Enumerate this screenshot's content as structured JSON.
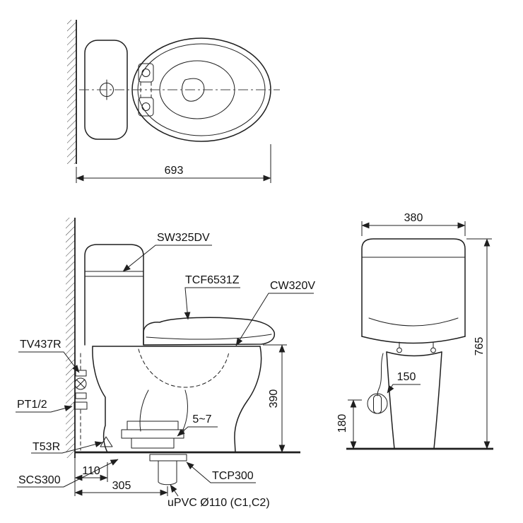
{
  "drawing": {
    "plan": {
      "dim_width": "693"
    },
    "side": {
      "label_tank": "SW325DV",
      "label_seat": "TCF6531Z",
      "label_bowl": "CW320V",
      "label_stop_valve": "TV437R",
      "label_supply": "PT1/2",
      "label_bolt_cap": "T53R",
      "label_drain_socket": "SCS300",
      "label_flange": "TCP300",
      "label_pipe": "uPVC Ø110 (C1,C2)",
      "dim_rim_height": "390",
      "dim_gap": "5~7",
      "dim_offset_a": "110",
      "dim_offset_b": "305"
    },
    "front": {
      "dim_width": "380",
      "dim_height": "765",
      "dim_hose": "150",
      "dim_wand_height": "180"
    }
  }
}
